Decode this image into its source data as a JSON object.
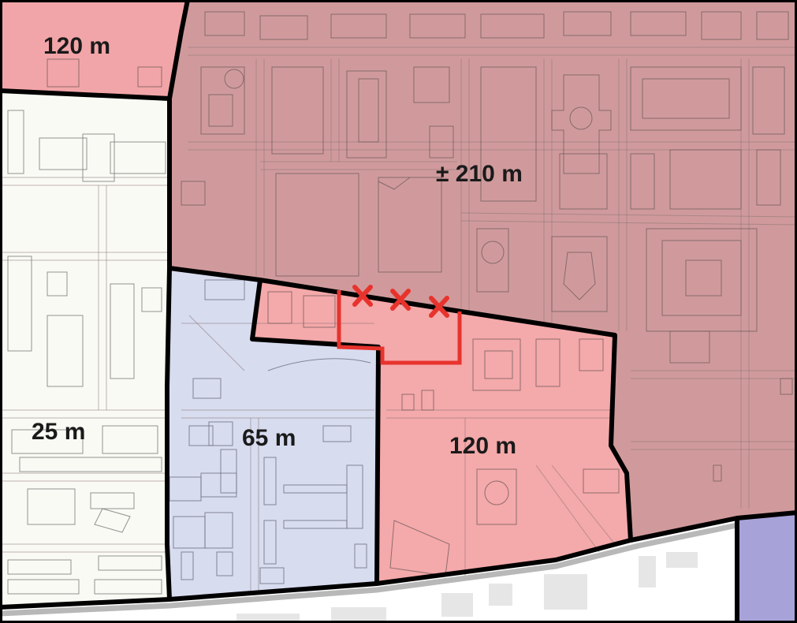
{
  "map": {
    "zones": [
      {
        "id": "zone-nw",
        "label": "120 m",
        "color": "#f2a5a8"
      },
      {
        "id": "zone-center-north",
        "label": "± 210 m",
        "color": "#d09a9c"
      },
      {
        "id": "zone-west",
        "label": "25 m",
        "color": "#fafaf5"
      },
      {
        "id": "zone-blue",
        "label": "65 m",
        "color": "#d8dcef"
      },
      {
        "id": "zone-south",
        "label": "120 m",
        "color": "#f4a9aa"
      },
      {
        "id": "zone-east-violet",
        "label": "",
        "color": "#a7a3d9"
      }
    ],
    "colors": {
      "boundary": "#000000",
      "site_outline": "#e8332d",
      "site_markers": "#e8332d",
      "rail_corridor": "#bdbdbd"
    },
    "site_markers": [
      "x-marker",
      "x-marker",
      "x-marker"
    ]
  }
}
